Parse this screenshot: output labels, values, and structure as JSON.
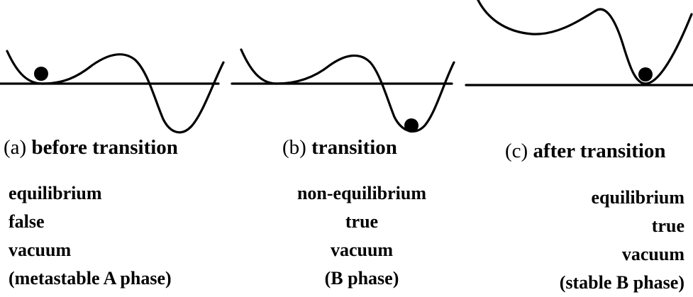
{
  "panels": [
    {
      "caption_prefix": "(a)",
      "caption_title": "before transition",
      "lines": [
        "equilibrium",
        "false",
        "vacuum",
        "(metastable A phase)"
      ]
    },
    {
      "caption_prefix": "(b)",
      "caption_title": "transition",
      "lines": [
        "non-equilibrium",
        "true",
        "vacuum",
        "(B phase)"
      ]
    },
    {
      "caption_prefix": "(c)",
      "caption_title": "after transition",
      "lines": [
        "equilibrium",
        "true",
        "vacuum",
        "(stable B phase)"
      ]
    }
  ],
  "colors": {
    "stroke": "#000000",
    "background": "#ffffff"
  }
}
